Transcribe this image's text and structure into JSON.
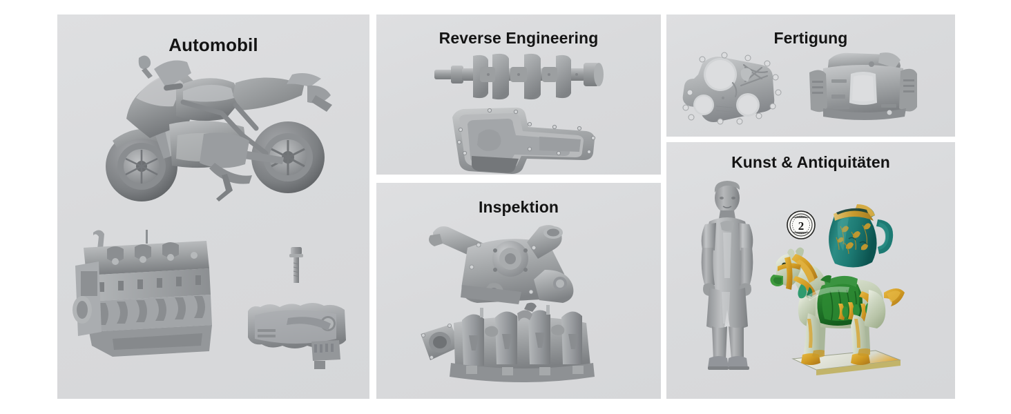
{
  "layout": {
    "background": "#ffffff",
    "panel_background": "#dcdddf",
    "title_color": "#141414",
    "columns": 3,
    "panel_count": 5
  },
  "panels": [
    {
      "id": "automobil",
      "title": "Automobil",
      "column": 1,
      "models": [
        {
          "name": "sportbike-motorcycle-scan",
          "material": "grey-3d-scan",
          "position": "top"
        },
        {
          "name": "inline-six-engine-block-scan",
          "material": "grey-3d-scan",
          "position": "bottom-left"
        },
        {
          "name": "cylinder-head-bolt-scan",
          "material": "grey-3d-scan",
          "position": "bottom-middle"
        },
        {
          "name": "valve-cover-scan",
          "material": "grey-3d-scan",
          "position": "bottom-right"
        }
      ]
    },
    {
      "id": "reverse-engineering",
      "title": "Reverse Engineering",
      "column": 2,
      "models": [
        {
          "name": "crankshaft-scan",
          "material": "grey-3d-scan",
          "position": "top"
        },
        {
          "name": "oil-pan-sump-scan",
          "material": "grey-3d-scan",
          "position": "bottom"
        }
      ]
    },
    {
      "id": "inspektion",
      "title": "Inspektion",
      "column": 2,
      "models": [
        {
          "name": "water-pump-housing-scan",
          "material": "grey-3d-scan",
          "position": "top"
        },
        {
          "name": "intake-manifold-scan",
          "material": "grey-3d-scan",
          "position": "bottom"
        }
      ]
    },
    {
      "id": "fertigung",
      "title": "Fertigung",
      "column": 3,
      "models": [
        {
          "name": "timing-cover-casting-scan",
          "material": "grey-3d-scan",
          "position": "left"
        },
        {
          "name": "brake-caliper-scan",
          "material": "grey-3d-scan",
          "position": "right"
        }
      ]
    },
    {
      "id": "kunst-antiquitaeten",
      "title": "Kunst & Antiquitäten",
      "column": 3,
      "models": [
        {
          "name": "human-figure-scan",
          "material": "grey-3d-scan",
          "position": "left"
        },
        {
          "name": "antique-coin-scan",
          "material": "white-relief-scan",
          "position": "middle-top",
          "face_value": "2"
        },
        {
          "name": "glazed-ceramic-pitcher-scan",
          "material": "teal-gold-glaze",
          "position": "right-top"
        },
        {
          "name": "tang-sancai-horse-scan",
          "material": "sancai-glaze",
          "position": "bottom-right"
        }
      ]
    }
  ],
  "colors": {
    "scan_grey_light": "#b9babc",
    "scan_grey_mid": "#8f9193",
    "scan_grey_dark": "#6a6c6e",
    "pitcher_teal": "#1f7a74",
    "pitcher_gold": "#c79a2e",
    "horse_green": "#2f7d33",
    "horse_amber": "#d8a42b",
    "horse_cream": "#dfe3d8"
  }
}
